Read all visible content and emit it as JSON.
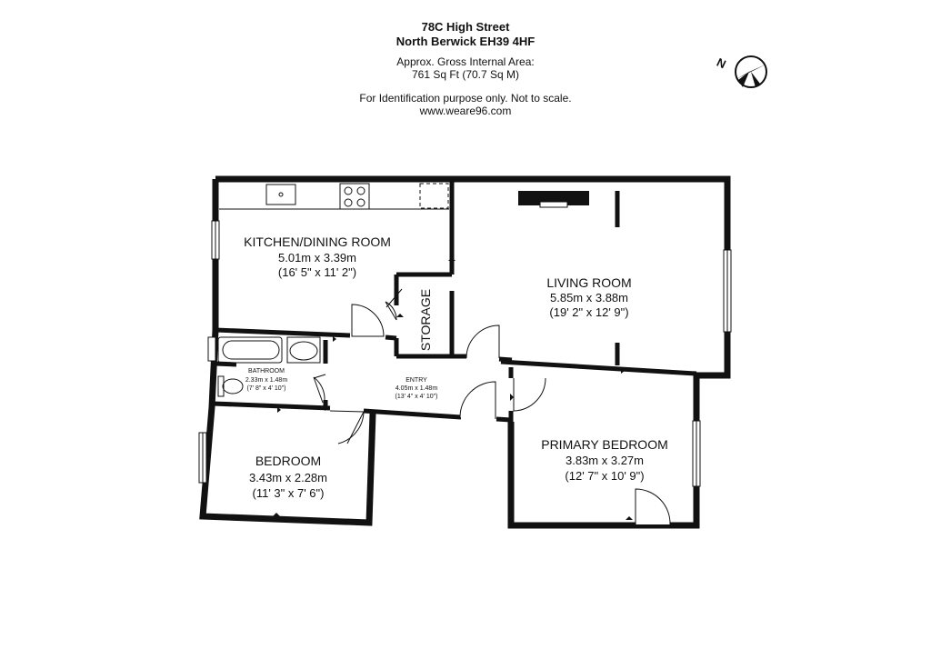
{
  "header": {
    "address_line1": "78C High Street",
    "address_line2": "North Berwick EH39 4HF",
    "area_label": "Approx. Gross Internal Area:",
    "area_value": "761 Sq Ft (70.7 Sq M)",
    "disclaimer": "For Identification purpose only. Not to scale.",
    "website": "www.weare96.com"
  },
  "compass": {
    "label": "N",
    "icon": "north-arrow-icon"
  },
  "rooms": {
    "kitchen": {
      "name": "KITCHEN/DINING ROOM",
      "metric": "5.01m x 3.39m",
      "imperial": "(16' 5\" x 11' 2\")"
    },
    "living": {
      "name": "LIVING ROOM",
      "metric": "5.85m x 3.88m",
      "imperial": "(19' 2\" x 12' 9\")"
    },
    "storage": {
      "name": "STORAGE"
    },
    "bathroom": {
      "name": "BATHROOM",
      "metric": "2.33m x 1.48m",
      "imperial": "(7' 8\" x 4' 10\")"
    },
    "entry": {
      "name": "ENTRY",
      "metric": "4.05m x 1.48m",
      "imperial": "(13' 4\" x 4' 10\")"
    },
    "bedroom": {
      "name": "BEDROOM",
      "metric": "3.43m x 2.28m",
      "imperial": "(11' 3\" x 7' 6\")"
    },
    "primary_bedroom": {
      "name": "PRIMARY BEDROOM",
      "metric": "3.83m x 3.27m",
      "imperial": "(12' 7\" x 10' 9\")"
    }
  },
  "colors": {
    "wall": "#111111",
    "background": "#ffffff"
  }
}
